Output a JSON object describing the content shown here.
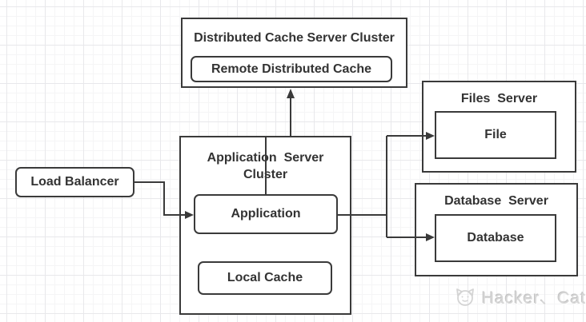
{
  "colors": {
    "border": "#3a3a3a",
    "text": "#333333",
    "background": "#ffffff",
    "grid_minor": "#f5f5f6",
    "grid_major": "#e8e8eb",
    "watermark": "#d7d7d7"
  },
  "nodes": {
    "cache_cluster": {
      "title": "Distributed Cache Server Cluster"
    },
    "remote_cache": {
      "label": "Remote Distributed Cache"
    },
    "app_cluster": {
      "title": "Application  Server\nCluster"
    },
    "application": {
      "label": "Application"
    },
    "local_cache": {
      "label": "Local Cache"
    },
    "load_balancer": {
      "label": "Load Balancer"
    },
    "files_server": {
      "title": "Files  Server"
    },
    "file": {
      "label": "File"
    },
    "db_server": {
      "title": "Database  Server"
    },
    "database": {
      "label": "Database"
    }
  },
  "edges": [
    {
      "from": "load_balancer",
      "to": "application"
    },
    {
      "from": "application",
      "to": "remote_cache"
    },
    {
      "from": "application",
      "to": "file"
    },
    {
      "from": "application",
      "to": "database"
    }
  ],
  "watermark": {
    "text": "Hacker、Cat",
    "icon": "cat-icon"
  }
}
